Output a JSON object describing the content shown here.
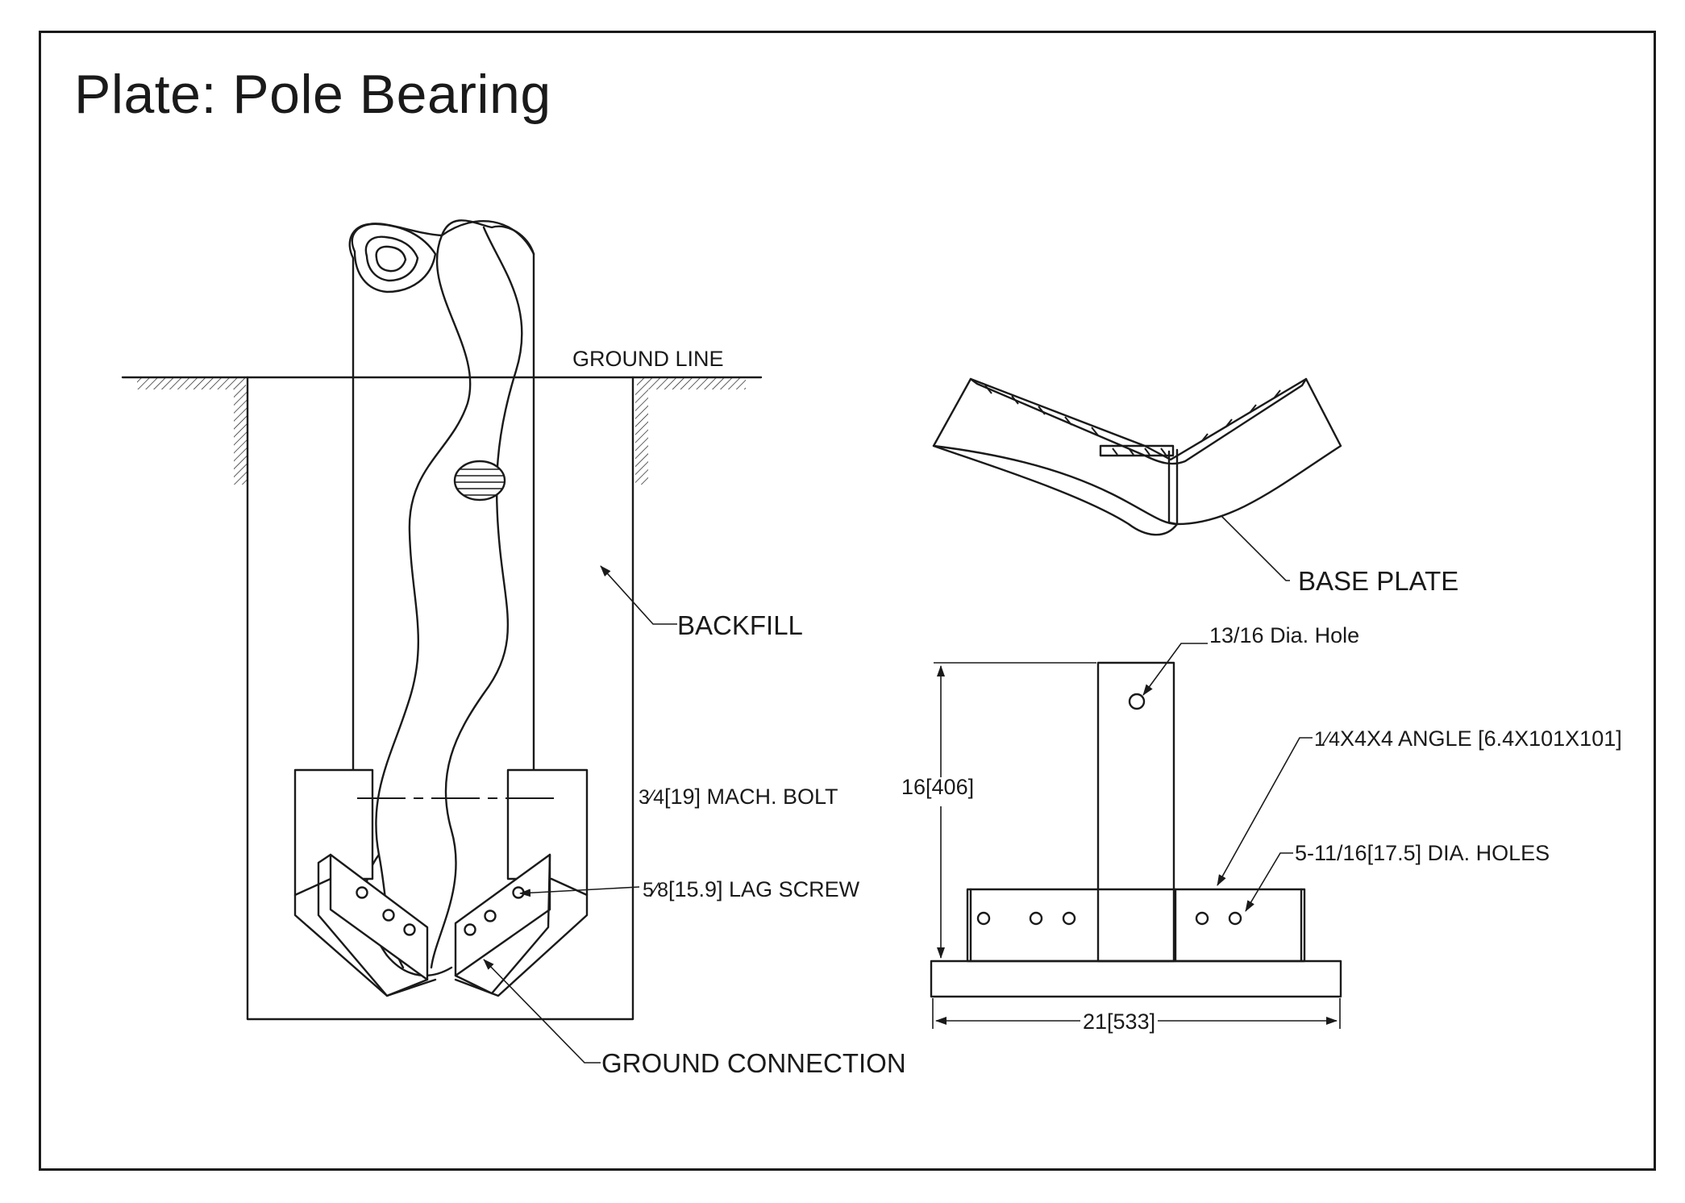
{
  "title": "Plate: Pole Bearing",
  "labels": {
    "ground_line": "GROUND LINE",
    "backfill": "BACKFILL",
    "mach_bolt_frac": "3⁄4",
    "mach_bolt_text": "[19] MACH. BOLT",
    "lag_screw_frac": "5⁄8",
    "lag_screw_text": "[15.9] LAG SCREW",
    "ground_connection": "GROUND CONNECTION",
    "base_plate": "BASE PLATE",
    "hole_13_16": "13/16 Dia. Hole",
    "angle_frac": "1⁄4",
    "angle_text": "X4X4 ANGLE [6.4X101X101]",
    "holes_5_11_16": "5-11/16[17.5] DIA. HOLES",
    "height_dim": "16[406]",
    "width_dim": "21[533]"
  },
  "colors": {
    "ink": "#1a1a1a",
    "paper": "#ffffff"
  }
}
